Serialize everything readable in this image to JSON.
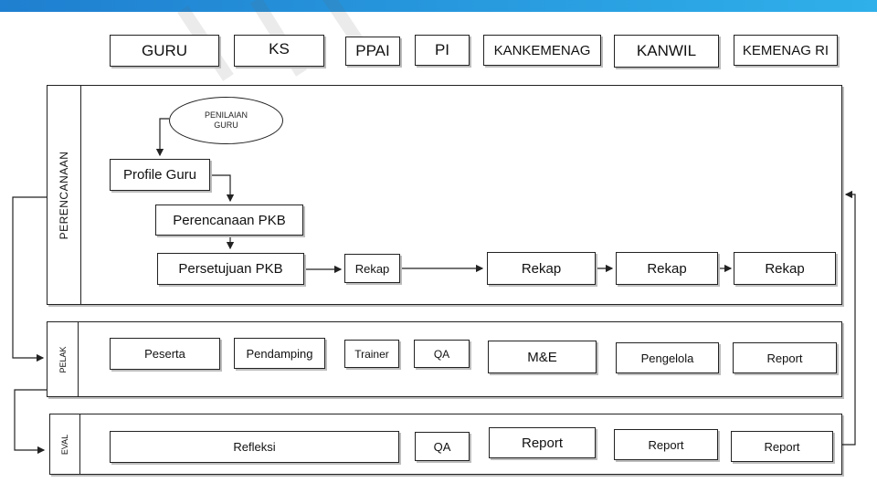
{
  "roles": [
    "GURU",
    "KS",
    "PPAI",
    "PI",
    "KANKEMENAG",
    "KANWIL",
    "KEMENAG RI"
  ],
  "perencanaan": {
    "label": "PERENCANAAN",
    "ellipse": {
      "line1": "PENILAIAN",
      "line2": "GURU"
    },
    "profile": "Profile Guru",
    "perencanaan_pkb": "Perencanaan PKB",
    "persetujuan_pkb": "Persetujuan PKB",
    "rekap": [
      "Rekap",
      "Rekap",
      "Rekap",
      "Rekap"
    ]
  },
  "pelak": {
    "label": "PELAK",
    "items": [
      "Peserta",
      "Pendamping",
      "Trainer",
      "QA",
      "M&E",
      "Pengelola",
      "Report"
    ]
  },
  "eval": {
    "label": "EVAL",
    "items": [
      "Refleksi",
      "QA",
      "Report",
      "Report",
      "Report"
    ]
  }
}
